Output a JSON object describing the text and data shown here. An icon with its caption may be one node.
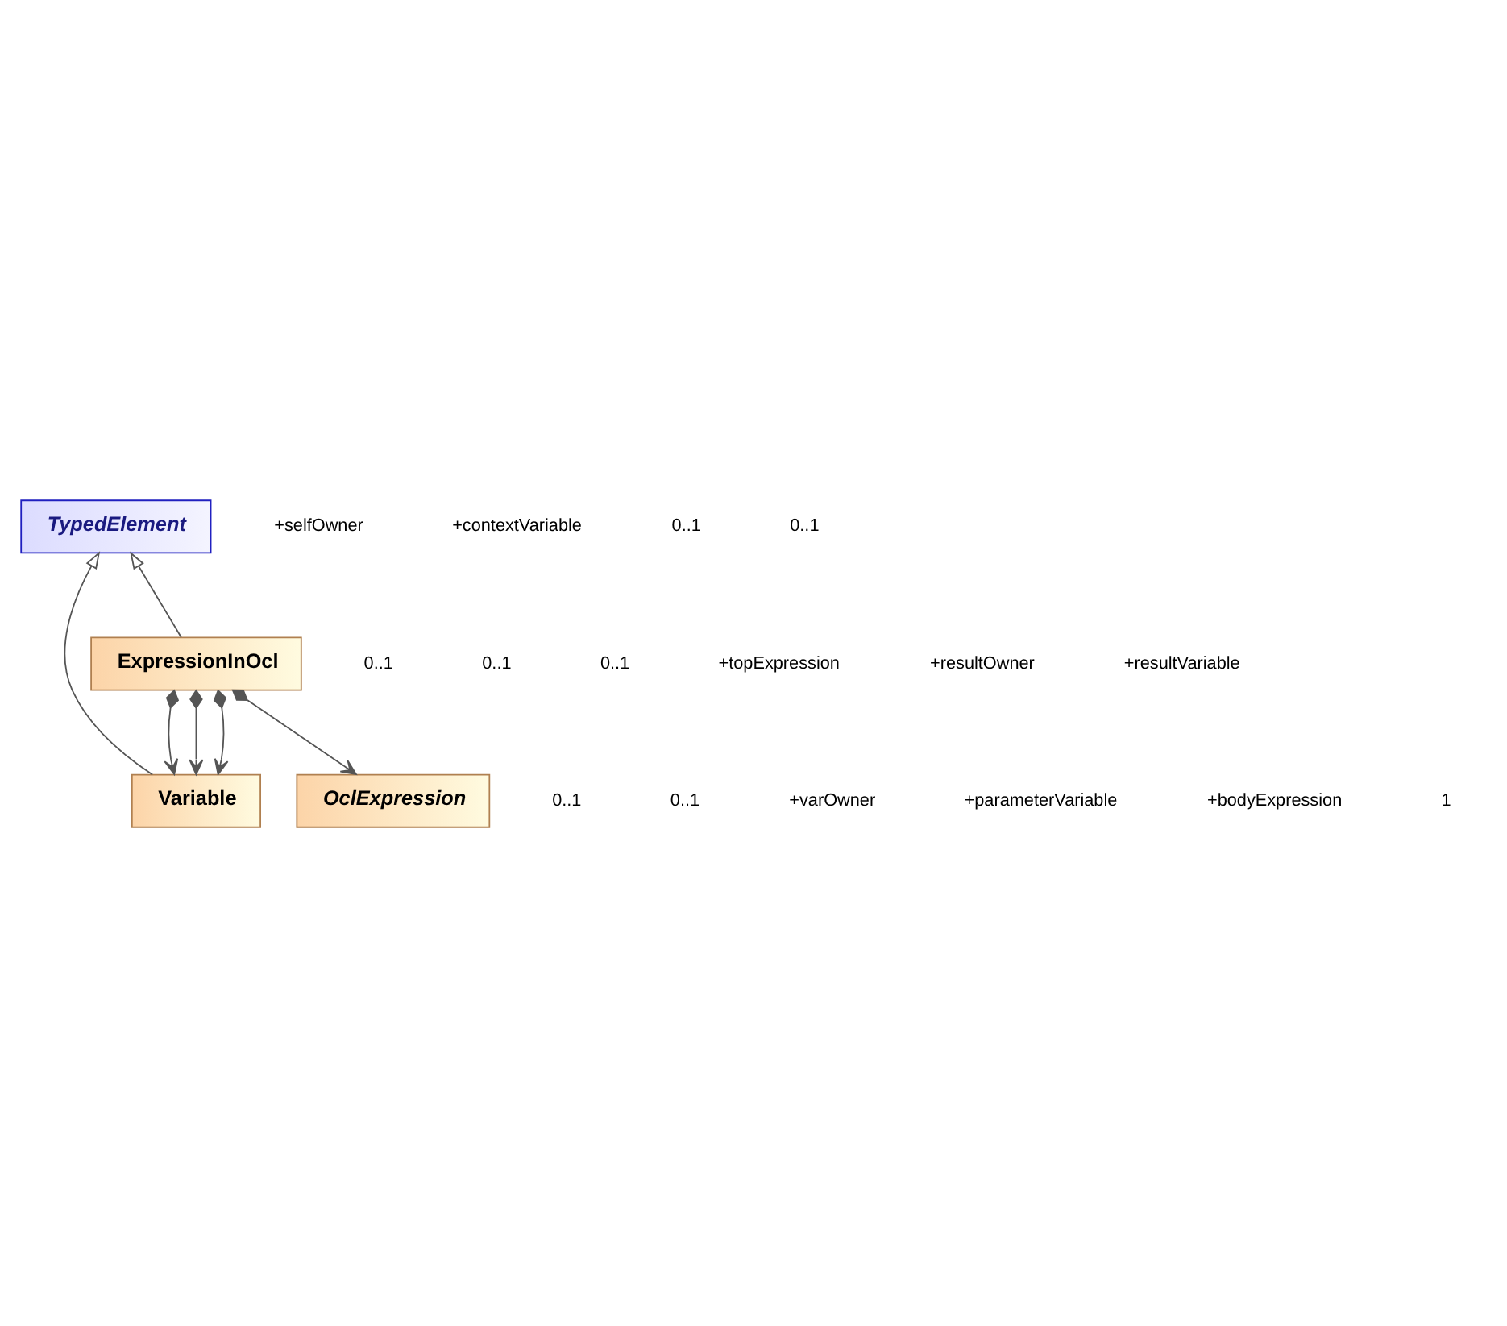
{
  "diagram": {
    "nodes": [
      {
        "text": [
          "TypedElement"
        ]
      },
      {
        "text": [
          "ExpressionInOcl"
        ]
      },
      {
        "text": [
          "Variable"
        ]
      },
      {
        "text": [
          "OclExpression"
        ]
      }
    ],
    "edges": [
      {
        "from": 1,
        "to": 0,
        "arrow": "to"
      },
      {
        "from": 2,
        "to": 0,
        "arrow": "to"
      },
      {
        "from": 1,
        "to": 2,
        "arrow": "to"
      },
      {
        "from": 1,
        "to": 2,
        "arrow": "to"
      },
      {
        "from": 1,
        "to": 2,
        "arrow": "to"
      },
      {
        "from": 1,
        "to": 3,
        "arrow": "to"
      }
    ],
    "labels": [
      "+selfOwner",
      "+contextVariable",
      "0..1",
      "0..1",
      "0..1",
      "0..1",
      "0..1",
      "+topExpression",
      "+resultOwner",
      "+resultVariable",
      "0..1",
      "0..1",
      "+varOwner",
      "+parameterVariable",
      "+bodyExpression",
      "1"
    ]
  }
}
